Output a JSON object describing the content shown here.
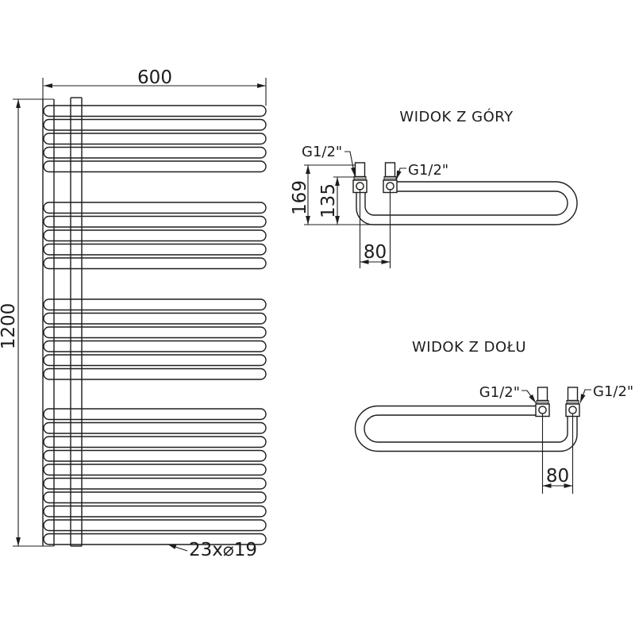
{
  "drawing": {
    "product": "towel radiator technical drawing",
    "background": "#ffffff",
    "line_color": "#1d1d1b",
    "nut_fill": "#a2a2a0"
  },
  "front_view": {
    "dim_width": "600",
    "dim_height": "1200",
    "tube_label": "23x⌀19",
    "tube_groups": [
      5,
      5,
      6,
      10
    ]
  },
  "top_view": {
    "title": "WIDOK Z GÓRY",
    "dim_total_depth": "169",
    "dim_valve_depth": "135",
    "dim_valve_spacing": "80",
    "connection_left": "G1/2\"",
    "connection_right": "G1/2\""
  },
  "bottom_view": {
    "title": "WIDOK Z DOŁU",
    "dim_valve_spacing": "80",
    "connection_left": "G1/2\"",
    "connection_right": "G1/2\""
  }
}
